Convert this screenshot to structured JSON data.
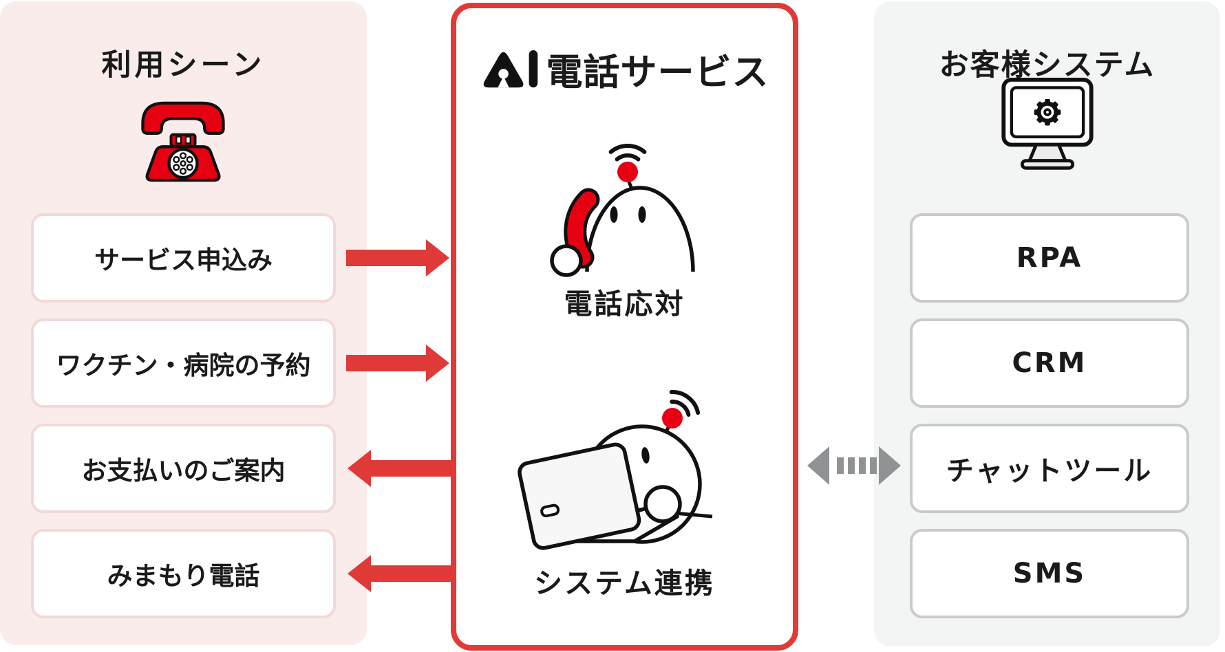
{
  "colors": {
    "accent_red": "#e03a38",
    "bright_red": "#e60012",
    "left_panel_bg": "#fbecec",
    "left_box_border": "#f2d9d9",
    "right_panel_bg": "#f3f4f4",
    "right_box_border": "#c9cbcb",
    "connector_gray": "#8f9394",
    "outline_black": "#111111",
    "text": "#1a1a1a"
  },
  "left_panel": {
    "title": "利用シーン",
    "icon": "rotary-phone-icon",
    "items": [
      {
        "label": "サービス申込み",
        "arrow_direction": "to-service"
      },
      {
        "label": "ワクチン・病院の予約",
        "arrow_direction": "to-service"
      },
      {
        "label": "お支払いのご案内",
        "arrow_direction": "from-service"
      },
      {
        "label": "みまもり電話",
        "arrow_direction": "from-service"
      }
    ]
  },
  "center_panel": {
    "logo": {
      "ai_mark": "AI",
      "text": "電話サービス"
    },
    "features": [
      {
        "label": "電話応対",
        "icon": "robot-answering-phone-icon"
      },
      {
        "label": "システム連携",
        "icon": "robot-at-laptop-icon"
      }
    ]
  },
  "right_panel": {
    "title": "お客様システム",
    "icon": "monitor-gear-icon",
    "items": [
      {
        "label": "RPA"
      },
      {
        "label": "CRM"
      },
      {
        "label": "チャットツール"
      },
      {
        "label": "SMS"
      }
    ]
  },
  "connector": {
    "type": "bidirectional-dashed-arrow"
  }
}
